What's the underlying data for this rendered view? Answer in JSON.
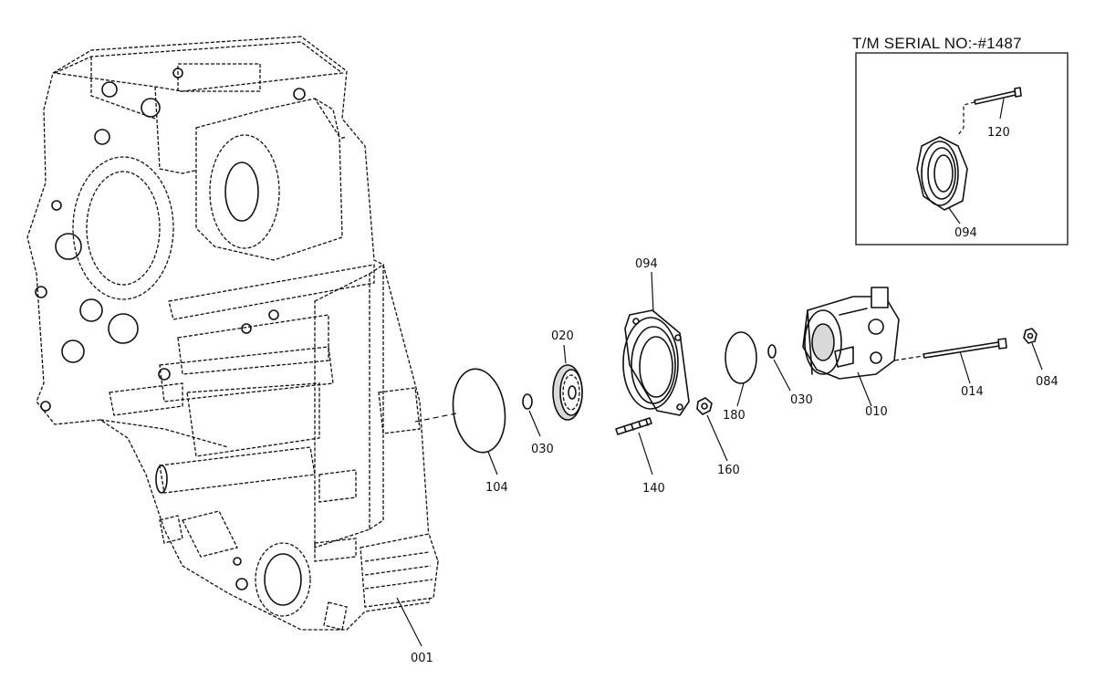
{
  "inset": {
    "title": "T/M SERIAL NO:-#1487",
    "parts": [
      {
        "id": "120",
        "label": "120"
      },
      {
        "id": "094",
        "label": "094"
      }
    ]
  },
  "parts": [
    {
      "id": "001",
      "label": "001"
    },
    {
      "id": "104",
      "label": "104"
    },
    {
      "id": "030a",
      "label": "030"
    },
    {
      "id": "020",
      "label": "020"
    },
    {
      "id": "140",
      "label": "140"
    },
    {
      "id": "094",
      "label": "094"
    },
    {
      "id": "160",
      "label": "160"
    },
    {
      "id": "180",
      "label": "180"
    },
    {
      "id": "030b",
      "label": "030"
    },
    {
      "id": "010",
      "label": "010"
    },
    {
      "id": "014",
      "label": "014"
    },
    {
      "id": "084",
      "label": "084"
    }
  ]
}
